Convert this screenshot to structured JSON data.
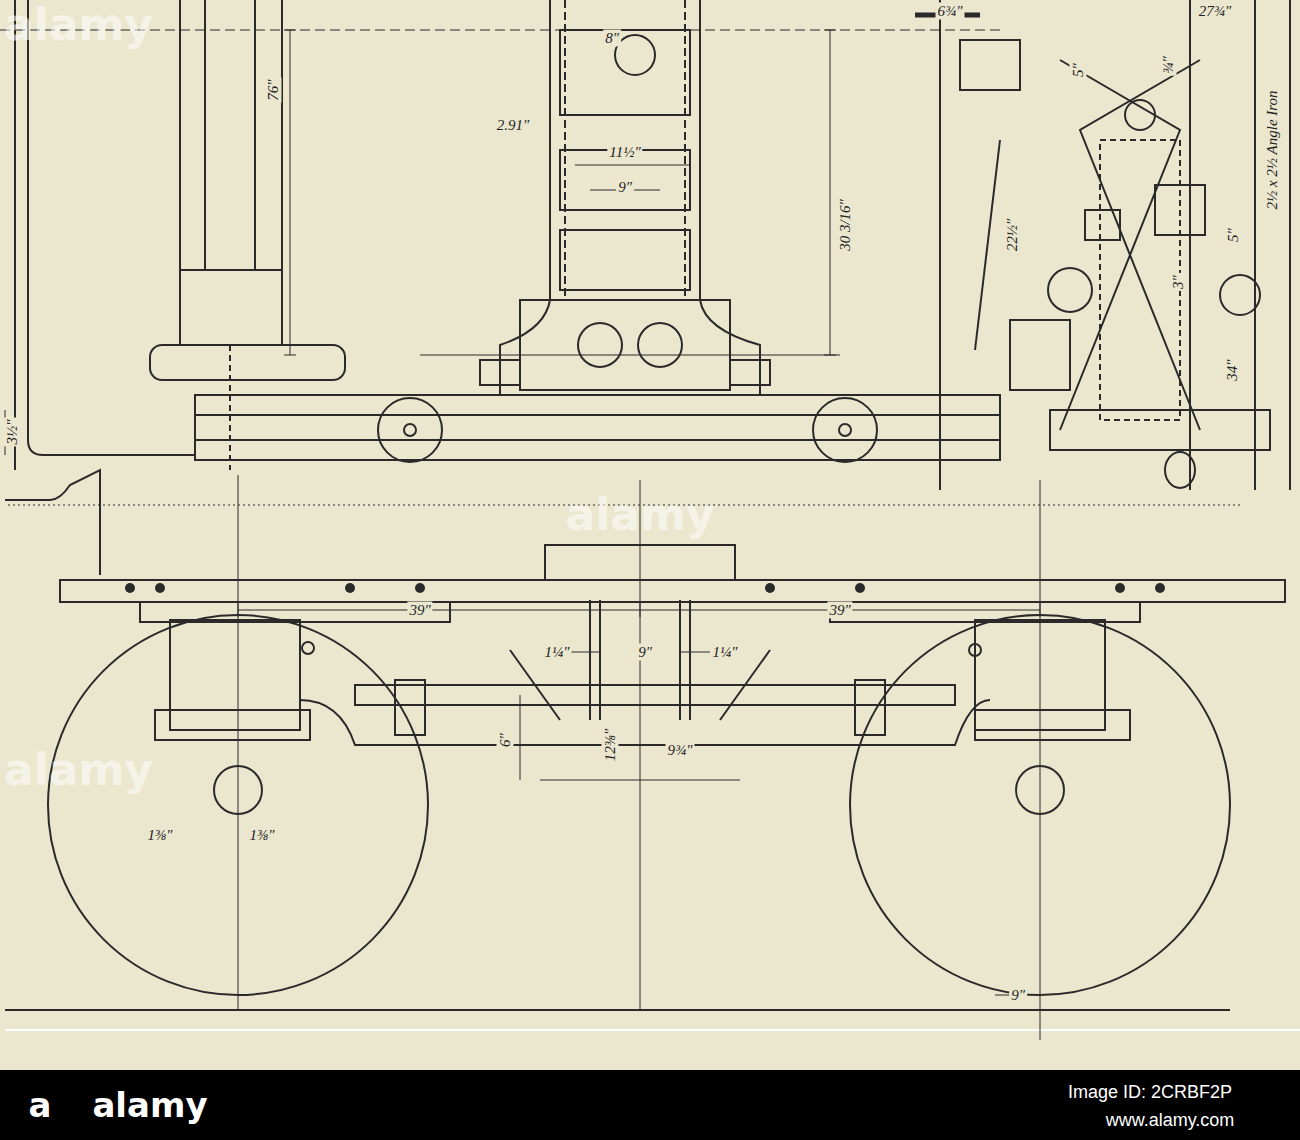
{
  "diagram": {
    "labels": [
      "76″",
      "30 3/16″",
      "11½″",
      "9″",
      "2.91″",
      "3½″",
      "6¾″",
      "27¾″",
      "2½ x 2½ Angle Iron",
      "5″",
      "¾″",
      "22½″",
      "5″",
      "3″",
      "34″",
      "39″",
      "39″",
      "1¼″",
      "9″",
      "1¼″",
      "12⅜″",
      "9¾″",
      "6″",
      "1⅜″",
      "1⅜″",
      "9″",
      "8″",
      "alamy",
      "alamy",
      "alamy",
      "a",
      "alamy",
      "Image ID: 2CRBF2P",
      "www.alamy.com"
    ]
  }
}
